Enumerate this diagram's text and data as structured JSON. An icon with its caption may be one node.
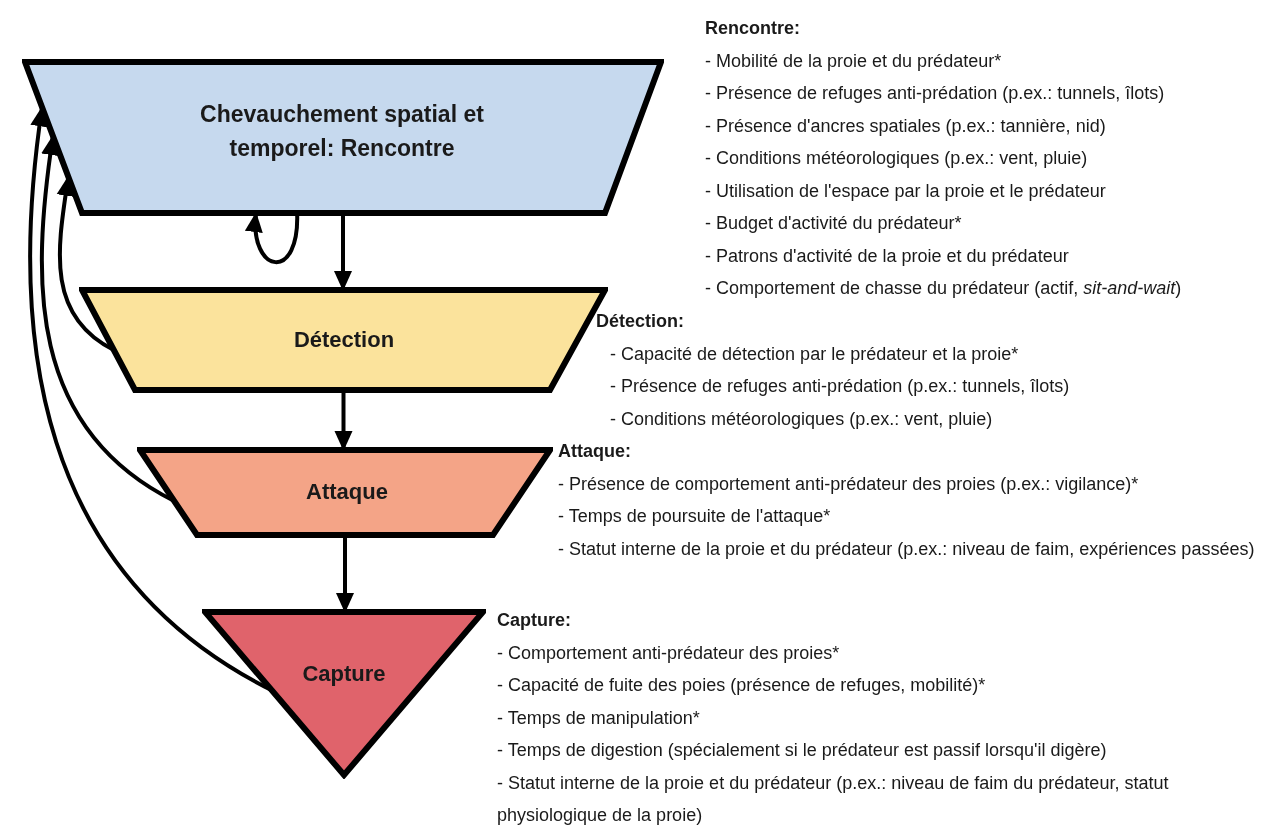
{
  "diagram": {
    "nodes": [
      {
        "text": [
          "Chevauchement spatial et temporel: Rencontre"
        ],
        "beside": [
          "Rencontre:",
          "- Mobilité de la proie et du prédateur*",
          "- Présence de refuges anti-prédation (p.ex.: tunnels, îlots)",
          "- Présence d'ancres spatiales (p.ex.: tannière, nid)",
          "- Conditions météorologiques (p.ex.: vent, pluie)",
          "- Utilisation de l'espace par la proie et le prédateur",
          "- Budget d'activité du prédateur*",
          "- Patrons d'activité de la proie et du prédateur",
          "- Comportement de chasse du prédateur (actif, *sit-and-wait*)"
        ]
      },
      {
        "text": [
          "Détection"
        ],
        "beside": [
          "Détection:",
          "- Capacité de détection par le prédateur et la proie*",
          "- Présence de refuges anti-prédation (p.ex.: tunnels, îlots)",
          "- Conditions météorologiques (p.ex.: vent, pluie)"
        ]
      },
      {
        "text": [
          "Attaque"
        ],
        "beside": [
          "Attaque:",
          "- Présence de comportement anti-prédateur des proies (p.ex.: vigilance)*",
          "- Temps de poursuite de l'attaque*",
          "- Statut interne de la proie et du prédateur (p.ex.: niveau de faim, expériences passées)"
        ]
      },
      {
        "text": [
          "Capture"
        ],
        "beside": [
          "Capture:",
          "- Comportement anti-prédateur des proies*",
          "- Capacité de fuite des poies (présence de refuges, mobilité)*",
          "- Temps de manipulation*",
          "- Temps de digestion (spécialement si le prédateur est passif lorsqu'il digère)",
          "- Statut interne de la proie et du prédateur (p.ex.: niveau de faim du prédateur, statut physiologique de la proie)"
        ]
      }
    ],
    "edges": [
      {
        "from": 0,
        "to": 1,
        "arrow": "to"
      },
      {
        "from": 1,
        "to": 2,
        "arrow": "to"
      },
      {
        "from": 2,
        "to": 3,
        "arrow": "to"
      },
      {
        "from": 0,
        "to": 0,
        "arrow": "to"
      },
      {
        "from": 1,
        "to": 0,
        "arrow": "to"
      },
      {
        "from": 2,
        "to": 0,
        "arrow": "to"
      },
      {
        "from": 3,
        "to": 0,
        "arrow": "to"
      }
    ]
  }
}
